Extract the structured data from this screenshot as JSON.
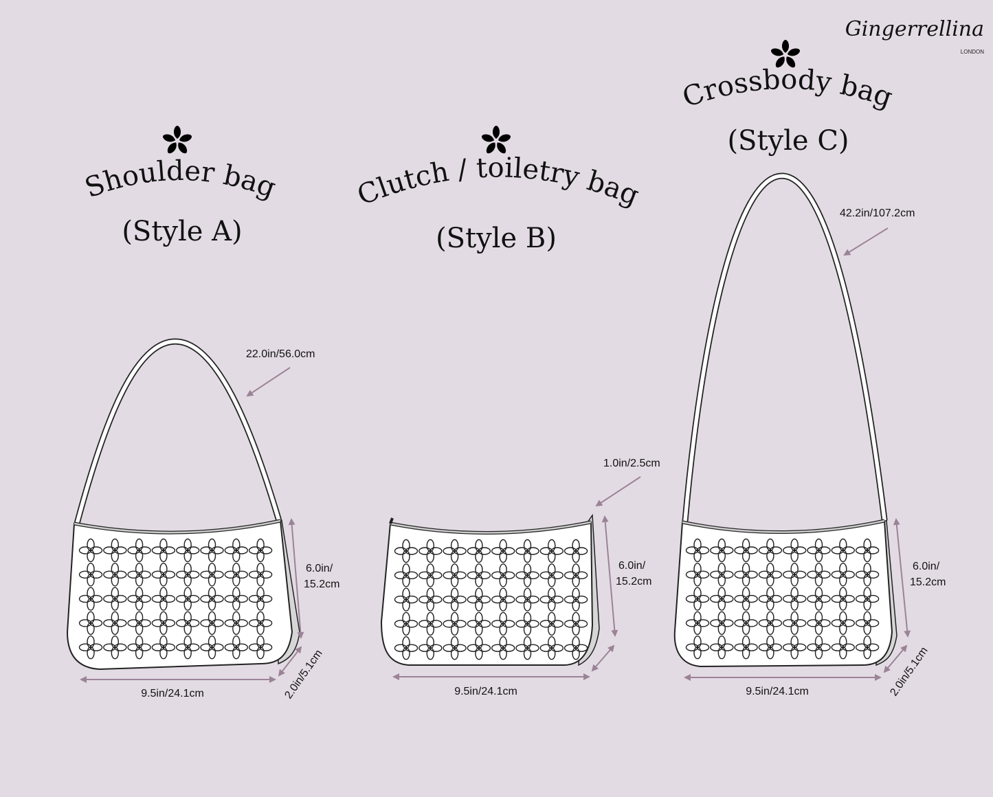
{
  "brand": {
    "name": "Gingerrellina",
    "sub": "LONDON"
  },
  "colors": {
    "background": "#e3dbe4",
    "dimension_arrow": "#9b8397",
    "bag_fill": "#ffffff",
    "outline": "#222222"
  },
  "bags": [
    {
      "title": "Shoulder bag",
      "style": "(Style A)",
      "strap": "22.0in/56.0cm",
      "height_1": "6.0in/",
      "height_2": "15.2cm",
      "width": "9.5in/24.1cm",
      "depth": "2.0in/5.1cm",
      "pattern_cols": 8,
      "pattern_rows": 5
    },
    {
      "title": "Clutch / toiletry bag",
      "style": "(Style B)",
      "strap": "1.0in/2.5cm",
      "height_1": "6.0in/",
      "height_2": "15.2cm",
      "width": "9.5in/24.1cm",
      "pattern_cols": 8,
      "pattern_rows": 5
    },
    {
      "title": "Crossbody bag",
      "style": "(Style C)",
      "strap": "42.2in/107.2cm",
      "height_1": "6.0in/",
      "height_2": "15.2cm",
      "width": "9.5in/24.1cm",
      "depth": "2.0in/5.1cm",
      "pattern_cols": 8,
      "pattern_rows": 5
    }
  ],
  "icons": {
    "title_marker": "flower-icon"
  }
}
